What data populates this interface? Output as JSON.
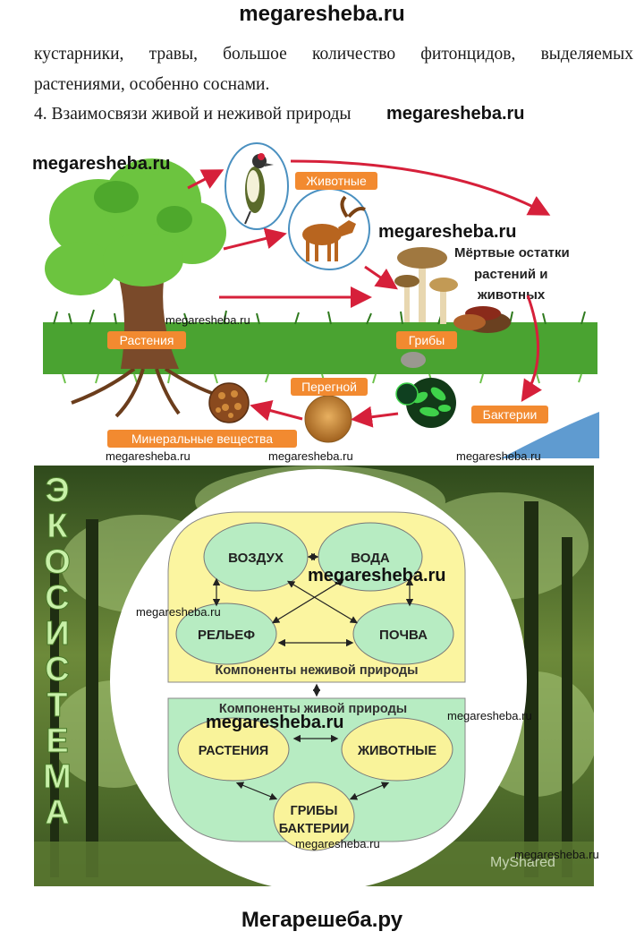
{
  "watermarks": {
    "site": "megaresheba.ru",
    "footer": "Мегарешеба.ру"
  },
  "text": {
    "line1": "кустарники, травы, большое количество фитонцидов, выделяемых",
    "line2": "растениями, особенно соснами.",
    "heading": "4. Взаимосвязи живой и неживой природы"
  },
  "figure1": {
    "labels": {
      "plants": "Растения",
      "animals": "Животные",
      "remains_1": "Мёртвые остатки",
      "remains_2": "растений и",
      "remains_3": "животных",
      "fungi": "Грибы",
      "humus": "Перегной",
      "bacteria": "Бактерии",
      "minerals": "Минеральные вещества"
    },
    "colors": {
      "label_bg": "#f28a30",
      "arrow": "#d6203a",
      "grass": "#3c9a2a"
    }
  },
  "figure2": {
    "side_title": "ЭКОСИСТЕМА",
    "nonliving": {
      "air": "ВОЗДУХ",
      "water": "ВОДА",
      "relief": "РЕЛЬЕФ",
      "soil": "ПОЧВА",
      "caption": "Компоненты неживой природы"
    },
    "living": {
      "caption": "Компоненты живой природы",
      "plants": "РАСТЕНИЯ",
      "animals": "ЖИВОТНЫЕ",
      "fungi_1": "ГРИБЫ",
      "fungi_2": "БАКТЕРИИ"
    },
    "logo": "MyShared",
    "colors": {
      "nonliving_bg": "#fbf5a0",
      "ellipse_green": "#b7ecc2",
      "living_bg": "#b7ecc2",
      "ellipse_yellow": "#f9f39a"
    }
  }
}
